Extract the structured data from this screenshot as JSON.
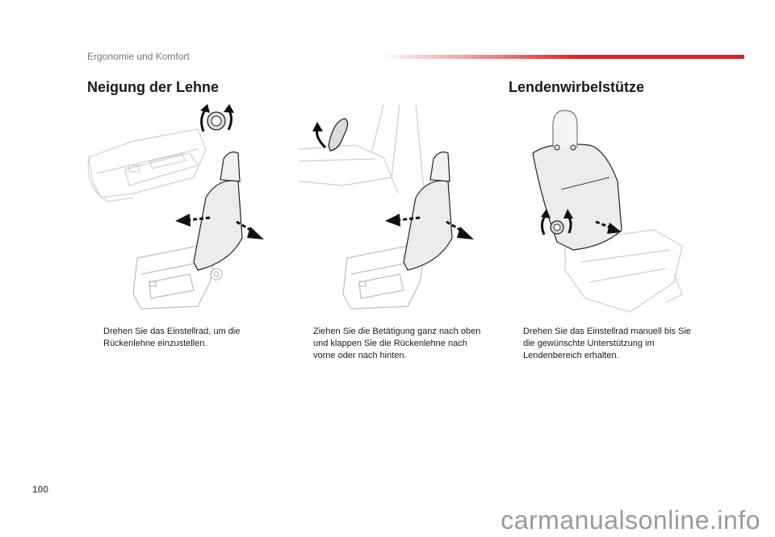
{
  "header": {
    "chapter": "Ergonomie und Komfort",
    "accent_color": "#e31e24"
  },
  "sections": {
    "left_title": "Neigung der Lehne",
    "right_title": "Lendenwirbelstütze"
  },
  "instructions": [
    {
      "bullet": "",
      "text": "Drehen Sie das Einstellrad, um die Rückenlehne einzustellen."
    },
    {
      "bullet": "",
      "text": "Ziehen Sie die Betätigung ganz nach oben und klappen Sie die Rückenlehne nach vorne oder nach hinten."
    },
    {
      "bullet": "",
      "text": "Drehen Sie das Einstellrad manuell bis Sie die gewünschte Unterstützung im Lendenbereich erhalten."
    }
  ],
  "footer": {
    "page_number": "100",
    "watermark": "carmanualsonline.info"
  },
  "icons": [
    "rotate-arrow-icon",
    "tilt-arrow-icon",
    "lumbar-dial-icon"
  ]
}
